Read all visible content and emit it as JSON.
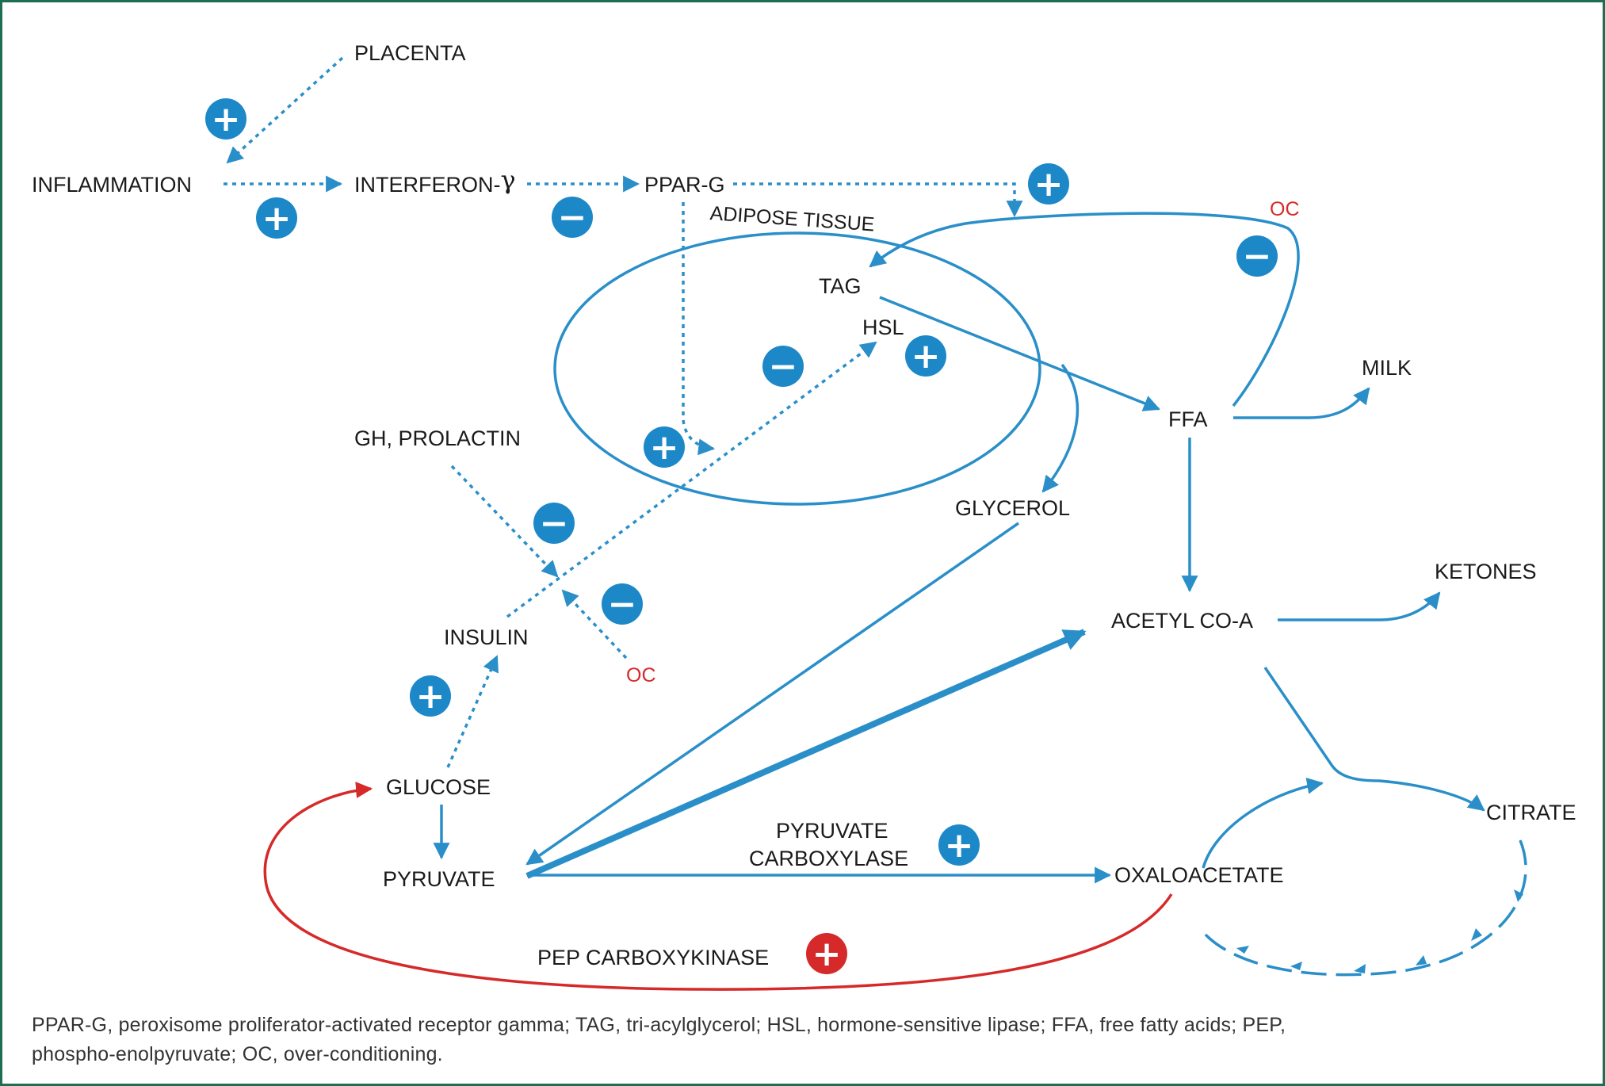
{
  "colors": {
    "pathway": "#2a8fc9",
    "gluconeogenesis": "#d62a2a",
    "badge": "#1d88c8",
    "badge_red": "#d62a2a",
    "text": "#1a1a1a",
    "frame": "#1e6f52"
  },
  "nodes": {
    "placenta": "PLACENTA",
    "inflammation": "INFLAMMATION",
    "interferon": "INTERFERON-",
    "interferon_symbol": "γ",
    "ppar_g": "PPAR-G",
    "adipose_tissue": "ADIPOSE TISSUE",
    "tag": "TAG",
    "hsl": "HSL",
    "oc_top": "OC",
    "milk": "MILK",
    "ffa": "FFA",
    "gh_prolactin": "GH, PROLACTIN",
    "glycerol": "GLYCEROL",
    "ketones": "KETONES",
    "acetyl_coa": "ACETYL CO-A",
    "insulin": "INSULIN",
    "oc_bottom": "OC",
    "glucose": "GLUCOSE",
    "citrate": "CITRATE",
    "pyruvate_carboxylase_1": "PYRUVATE",
    "pyruvate_carboxylase_2": "CARBOXYLASE",
    "pyruvate": "PYRUVATE",
    "oxaloacetate": "OXALOACETATE",
    "pep_carboxykinase": "PEP CARBOXYKINASE"
  },
  "badges": {
    "placenta_inflammation": "+",
    "inflammation_interferon": "+",
    "interferon_ppar": "−",
    "ppar_tag": "+",
    "oc_tag": "−",
    "insulin_hsl": "−",
    "hsl_plus": "+",
    "ppar_adipose": "+",
    "gh_insulin": "−",
    "oc_insulin": "−",
    "glucose_insulin": "+",
    "pyruvate_carboxylase": "+",
    "pep_carboxykinase": "+"
  },
  "caption": {
    "line1": "PPAR-G, peroxisome proliferator-activated receptor gamma; TAG, tri-acylglycerol;   HSL, hormone-sensitive lipase; FFA, free fatty acids; PEP,",
    "line2": "phospho-enolpyruvate; OC,  over-conditioning."
  }
}
